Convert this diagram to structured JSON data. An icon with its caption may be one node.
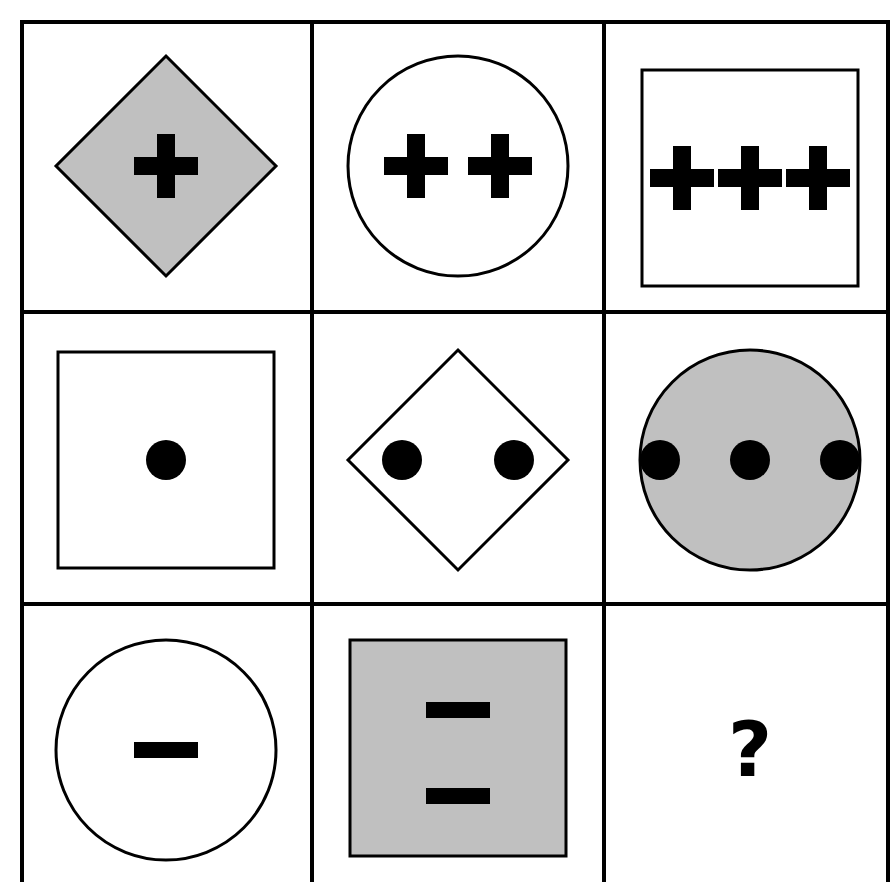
{
  "diagram": {
    "nodes": [
      {
        "text": [],
        "shape": "diamond"
      },
      {
        "text": [],
        "shape": "circle"
      },
      {
        "text": [],
        "shape": "box"
      },
      {
        "text": [],
        "shape": "box"
      },
      {
        "text": [],
        "shape": "diamond"
      },
      {
        "text": [],
        "shape": "circle"
      },
      {
        "text": [],
        "shape": "circle"
      },
      {
        "text": [],
        "shape": "box"
      }
    ],
    "labels": [
      "?"
    ]
  }
}
